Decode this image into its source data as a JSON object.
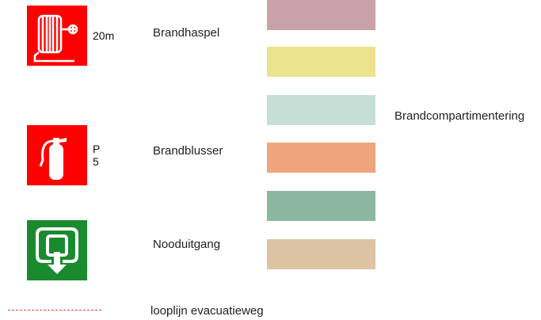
{
  "legend": {
    "fire_hose": {
      "icon": "fire-hose-reel-icon",
      "note": "20m",
      "label": "Brandhaspel",
      "color": "#ff0000"
    },
    "extinguisher": {
      "icon": "fire-extinguisher-icon",
      "note_line1": "P",
      "note_line2": "5",
      "label": "Brandblusser",
      "color": "#ff0000"
    },
    "emergency_exit": {
      "icon": "emergency-exit-icon",
      "label": "Nooduitgang",
      "color": "#1a8a2e"
    },
    "escape_route": {
      "label": "looplijn evacuatieweg",
      "color": "#e83a2e"
    },
    "compartments": {
      "label": "Brandcompartimentering",
      "colors": [
        "#c8a2a8",
        "#ece38f",
        "#c4e0d6",
        "#eea47c",
        "#8bb7a0",
        "#dcc3a3"
      ]
    }
  }
}
